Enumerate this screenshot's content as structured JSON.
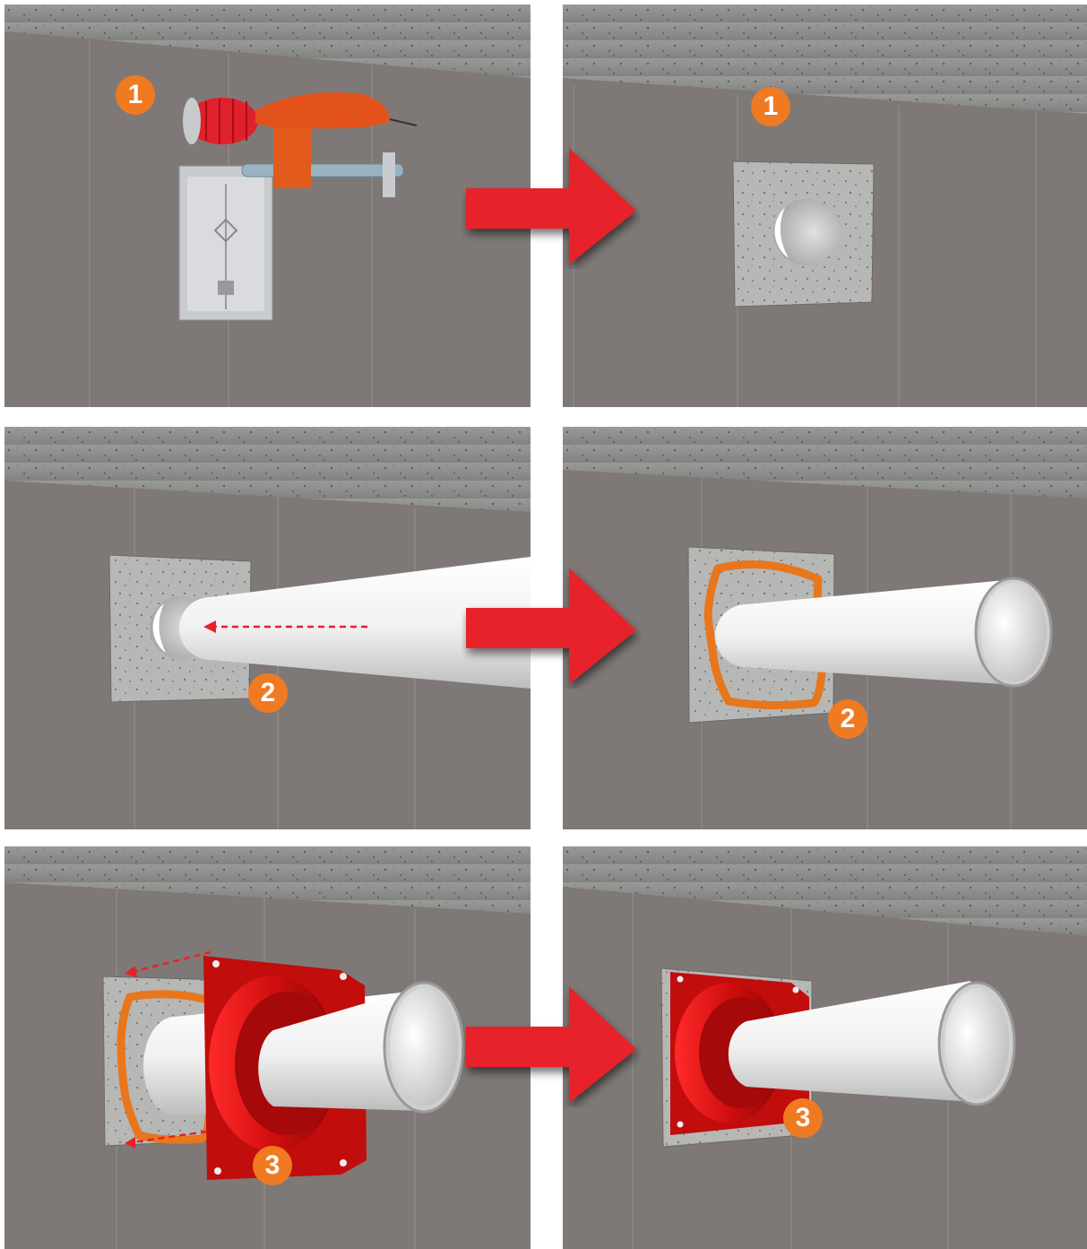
{
  "steps": [
    {
      "label": "1"
    },
    {
      "label": "2"
    },
    {
      "label": "3"
    }
  ],
  "colors": {
    "wall": "#7e7976",
    "ceiling": "#8f8f8d",
    "step_badge": "#f07a22",
    "arrow": "#e8202a",
    "sleeve": "#cc0f0f",
    "sealant": "#e8761d",
    "pipe": "#f4f4f4"
  },
  "icons": {
    "flow_arrow": "right-arrow-icon",
    "drill_rig": "core-drill-icon"
  }
}
